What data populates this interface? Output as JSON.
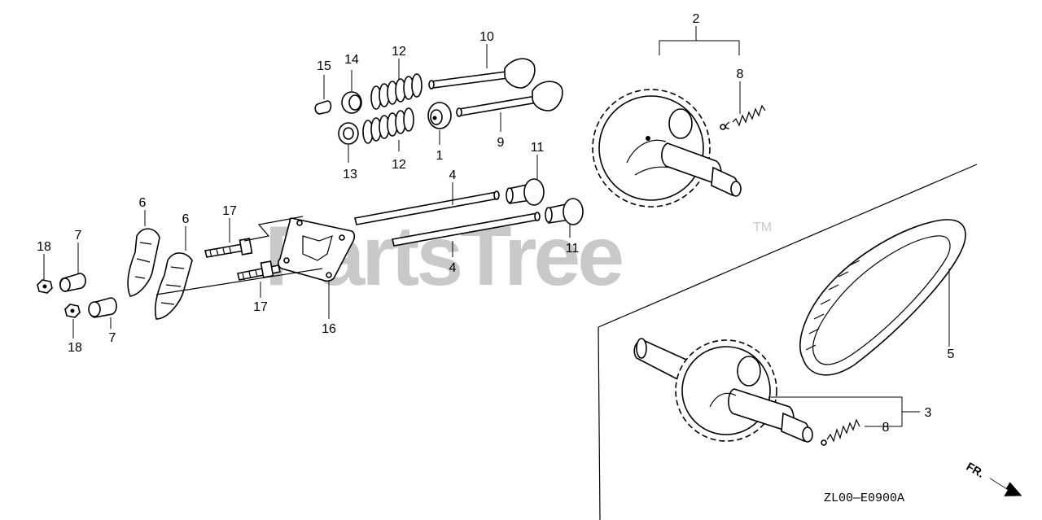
{
  "watermark": {
    "text": "PartsTree",
    "trademark": "TM",
    "color": "#c9c9c9"
  },
  "diagram_code": "ZL00—E0900A",
  "direction_marker": {
    "label": "FR.",
    "icon": "arrow-down-right-icon"
  },
  "callouts": {
    "c1": "1",
    "c2": "2",
    "c3": "3",
    "c4a": "4",
    "c4b": "4",
    "c5": "5",
    "c6a": "6",
    "c6b": "6",
    "c7a": "7",
    "c7b": "7",
    "c8a": "8",
    "c8b": "8",
    "c9": "9",
    "c10": "10",
    "c11a": "11",
    "c11b": "11",
    "c12a": "12",
    "c12b": "12",
    "c13": "13",
    "c14": "14",
    "c15": "15",
    "c16": "16",
    "c17a": "17",
    "c17b": "17",
    "c18a": "18",
    "c18b": "18"
  }
}
